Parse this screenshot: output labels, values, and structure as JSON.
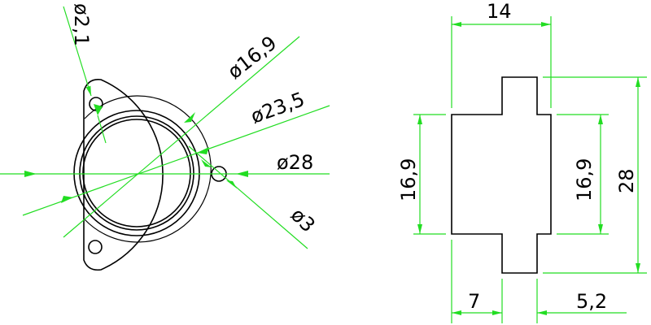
{
  "colors": {
    "part_outline": "#000000",
    "dimension_line": "#22dd22",
    "background": "#ffffff"
  },
  "front_view": {
    "labels": {
      "hole_small": "ø2,1",
      "bore": "ø16,9",
      "flange_inner": "ø23,5",
      "outer": "ø28",
      "mount_hole": "ø3"
    }
  },
  "side_view": {
    "labels": {
      "total_width": "14",
      "body_height_left": "16,9",
      "body_height_right": "16,9",
      "total_height": "28",
      "left_step": "7",
      "right_step": "5,2"
    }
  }
}
